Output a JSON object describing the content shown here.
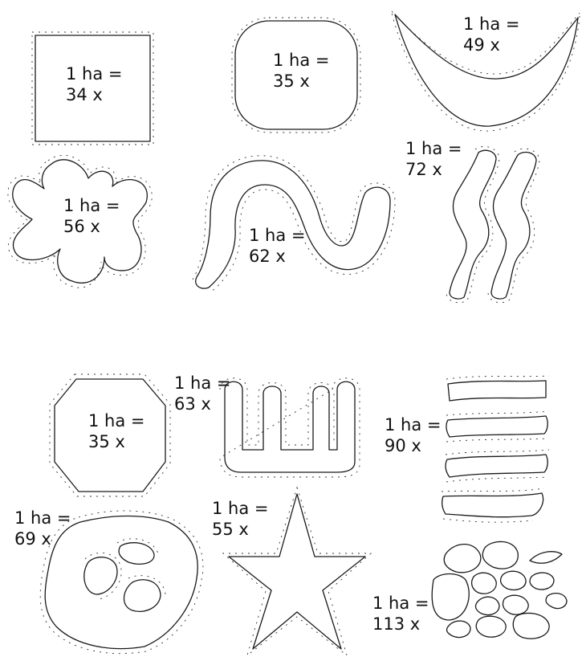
{
  "shapes": [
    {
      "id": "square",
      "line1": "1 ha =",
      "line2": "34 x"
    },
    {
      "id": "rounded-square",
      "line1": "1 ha =",
      "line2": "35 x"
    },
    {
      "id": "crescent",
      "line1": "1 ha =",
      "line2": "49 x"
    },
    {
      "id": "blob",
      "line1": "1 ha =",
      "line2": "56 x"
    },
    {
      "id": "snake",
      "line1": "1 ha =",
      "line2": "62 x"
    },
    {
      "id": "zigzag-pair",
      "line1": "1 ha =",
      "line2": "72 x"
    },
    {
      "id": "octagon",
      "line1": "1 ha =",
      "line2": "35 x"
    },
    {
      "id": "comb",
      "line1": "1 ha =",
      "line2": "63 x"
    },
    {
      "id": "strips",
      "line1": "1 ha =",
      "line2": "90 x"
    },
    {
      "id": "holey-patch",
      "line1": "1 ha =",
      "line2": "69 x"
    },
    {
      "id": "star",
      "line1": "1 ha =",
      "line2": "55 x"
    },
    {
      "id": "scattered-patches",
      "line1": "1 ha =",
      "line2": "113 x"
    }
  ]
}
